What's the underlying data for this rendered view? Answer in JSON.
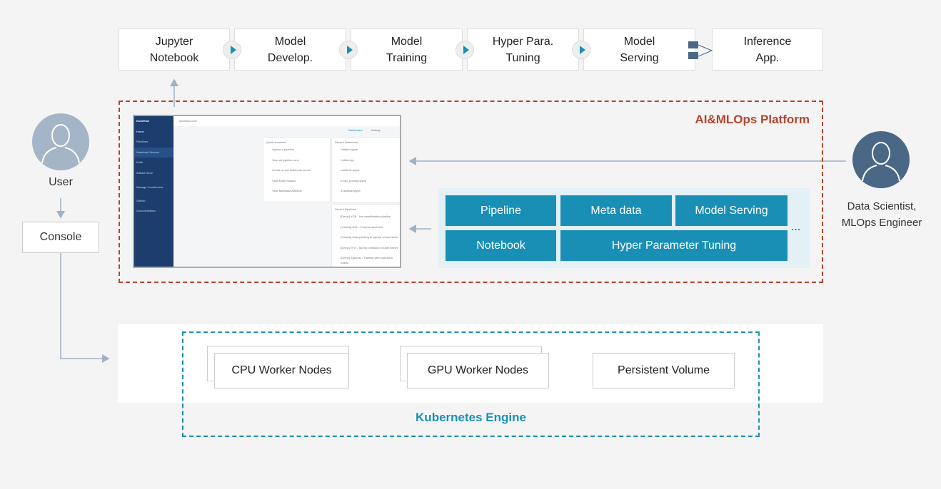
{
  "workflow": {
    "steps": [
      "Jupyter\nNotebook",
      "Model\nDevelop.",
      "Model\nTraining",
      "Hyper Para.\nTuning",
      "Model\nServing",
      "Inference\nApp."
    ]
  },
  "actors": {
    "user": "User",
    "console": "Console",
    "data_scientist": "Data Scientist,\nMLOps Engineer"
  },
  "platform": {
    "title": "AI&MLOps Platform",
    "components": [
      "Pipeline",
      "Meta data",
      "Model Serving",
      "Notebook",
      "Hyper Parameter Tuning"
    ],
    "more": "..."
  },
  "kubeflow": {
    "brand": "Kubeflow",
    "namespace": "kubeflow-user",
    "nav": [
      "Home",
      "Pipelines",
      "Notebook Servers",
      "Katib",
      "Artifact Store",
      "Manage Contributors",
      "GitHub",
      "Documentation"
    ],
    "tabs": [
      "Dashboard",
      "Activity"
    ],
    "quick_title": "Quick shortcuts",
    "quick": [
      "Upload a pipeline",
      "View all pipeline runs",
      "Create a new Notebook server",
      "View Katib Studies",
      "View Metadata Artifacts"
    ],
    "notebooks_title": "Recent Notebooks",
    "notebooks": [
      "Untitled.ipynb",
      "Untitled.py",
      "Untitled1.ipynb",
      "k-fold_pruning.ipynb",
      "3.pipeline.ipynb"
    ],
    "pipelines_title": "Recent Pipelines",
    "pipelines": [
      "[Demo] XGB - Iris classification pipeline",
      "[Tutorial] DSL - Control structures",
      "[Tutorial] Data passing in python components",
      "[Demo] TFX - Taxi tip prediction model trainer",
      "[Demo] Xgboost - Training with confusion matrix"
    ]
  },
  "kubernetes": {
    "title": "Kubernetes Engine",
    "nodes": [
      "CPU Worker Nodes",
      "GPU Worker Nodes",
      "Persistent Volume"
    ]
  },
  "colors": {
    "accent": "#1a8fb5",
    "platform_border": "#b5442c",
    "user_avatar": "#a3b5c6",
    "scientist_avatar": "#4a6886"
  }
}
